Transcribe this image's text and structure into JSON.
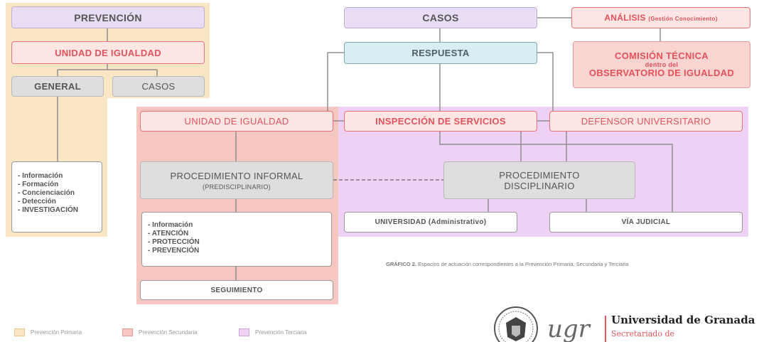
{
  "boxes": {
    "prevencion": "PREVENCIÓN",
    "unidad_igualdad_top": "UNIDAD DE IGUALDAD",
    "general": "GENERAL",
    "casos_left": "CASOS",
    "casos_top": "CASOS",
    "analisis": "ANÁLISIS",
    "analisis_sub": "(Gestión Conocimiento)",
    "respuesta": "RESPUESTA",
    "comision_line1": "COMISIÓN TÉCNICA",
    "comision_line2": "dentro del",
    "comision_line3": "OBSERVATORIO DE IGUALDAD",
    "unidad_igualdad_mid": "UNIDAD DE IGUALDAD",
    "inspeccion": "INSPECCIÓN DE SERVICIOS",
    "defensor": "DEFENSOR UNIVERSITARIO",
    "proc_informal_line1": "PROCEDIMIENTO INFORMAL",
    "proc_informal_line2": "(PREDISCIPLINARIO)",
    "proc_disciplinario_line1": "PROCEDIMIENTO",
    "proc_disciplinario_line2": "DISCIPLINARIO",
    "universidad": "UNIVERSIDAD (Administrativo)",
    "via_judicial": "VÍA JUDICIAL",
    "seguimiento": "SEGUIMIENTO"
  },
  "primary_list": [
    "- Información",
    "- Formación",
    "- Concienciación",
    "- Detección",
    "- INVESTIGACIÓN"
  ],
  "secondary_list": [
    "- Información",
    "- ATENCIÓN",
    "- PROTECCIÓN",
    "- PREVENCIÓN"
  ],
  "caption": {
    "label": "GRÁFICO 2.",
    "text": " Espacios de actuación correspondientes a la Prevención Primaria, Secundaria y Terciaria"
  },
  "legend": [
    {
      "label": "Prevención Primaria",
      "color": "#fae6c4"
    },
    {
      "label": "Prevención Secundaria",
      "color": "#f6c7c1"
    },
    {
      "label": "Prevención Terciaria",
      "color": "#efd1f6"
    }
  ],
  "logo": {
    "mark": "ugr",
    "name": "Universidad de Granada",
    "sub": "Secretariado de"
  },
  "colors": {
    "primary_zone": "#fae6c4",
    "secondary_zone": "#f6c7c1",
    "tertiary_zone": "#efd1f6",
    "accent_red": "#e4525c"
  }
}
